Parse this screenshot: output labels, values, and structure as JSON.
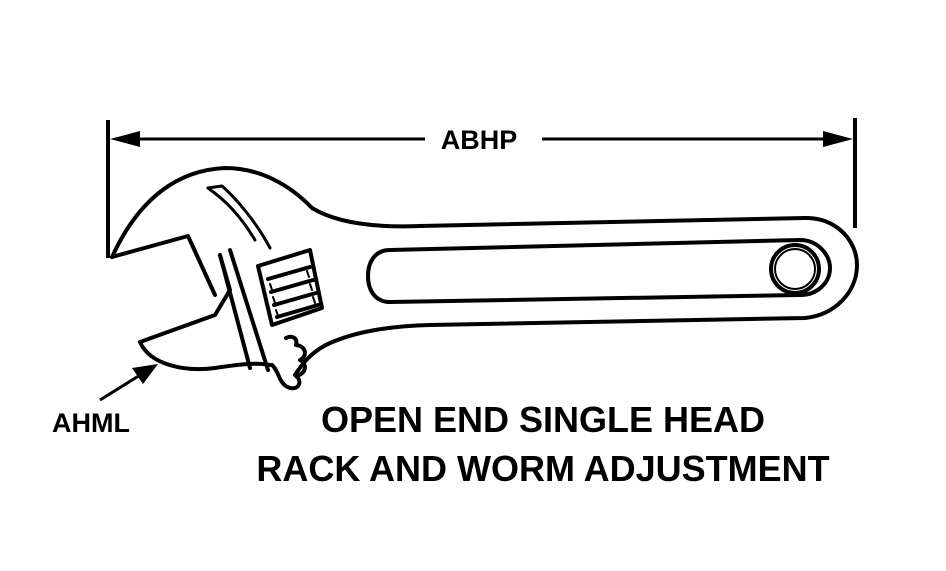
{
  "diagram": {
    "dimension_label": "ABHP",
    "callout_label": "AHML",
    "caption_line1": "OPEN END SINGLE HEAD",
    "caption_line2": "RACK AND WORM ADJUSTMENT"
  },
  "colors": {
    "ink": "#000000",
    "background": "#ffffff"
  }
}
